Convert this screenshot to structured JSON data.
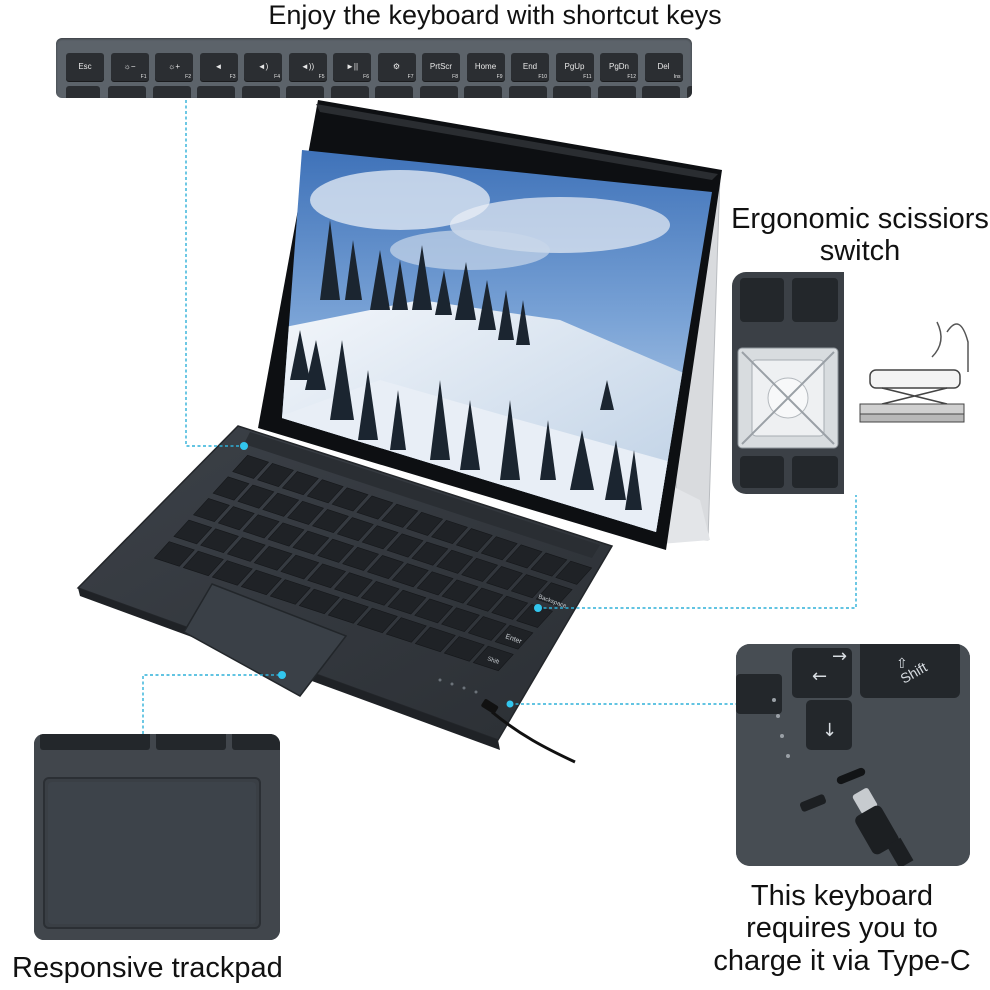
{
  "captions": {
    "top": "Enjoy the keyboard with shortcut keys",
    "ergonomic": "Ergonomic scissiors switch",
    "trackpad": "Responsive trackpad",
    "typec": "This keyboard requires you to charge it via Type-C"
  },
  "fkeys": [
    {
      "label": "Esc",
      "sub": ""
    },
    {
      "label": "☼−",
      "sub": "F1"
    },
    {
      "label": "☼+",
      "sub": "F2"
    },
    {
      "label": "◄",
      "sub": "F3"
    },
    {
      "label": "◄)",
      "sub": "F4"
    },
    {
      "label": "◄))",
      "sub": "F5"
    },
    {
      "label": "►||",
      "sub": "F6"
    },
    {
      "label": "⚙",
      "sub": "F7"
    },
    {
      "label": "PrtScr",
      "sub": "F8"
    },
    {
      "label": "Home",
      "sub": "F9"
    },
    {
      "label": "End",
      "sub": "F10"
    },
    {
      "label": "PgUp",
      "sub": "F11"
    },
    {
      "label": "PgDn",
      "sub": "F12"
    },
    {
      "label": "Del",
      "sub": "Ins"
    }
  ],
  "keycaps": {
    "backspace": "Backspace",
    "enter": "Enter",
    "shift": "Shift",
    "insetShift": "Shift"
  },
  "colors": {
    "leader": "#2fb0d8",
    "keyboard": "#34393f",
    "key": "#1f2226",
    "screenFrame": "#0d0f12",
    "kickstand": "#d9dbde"
  }
}
